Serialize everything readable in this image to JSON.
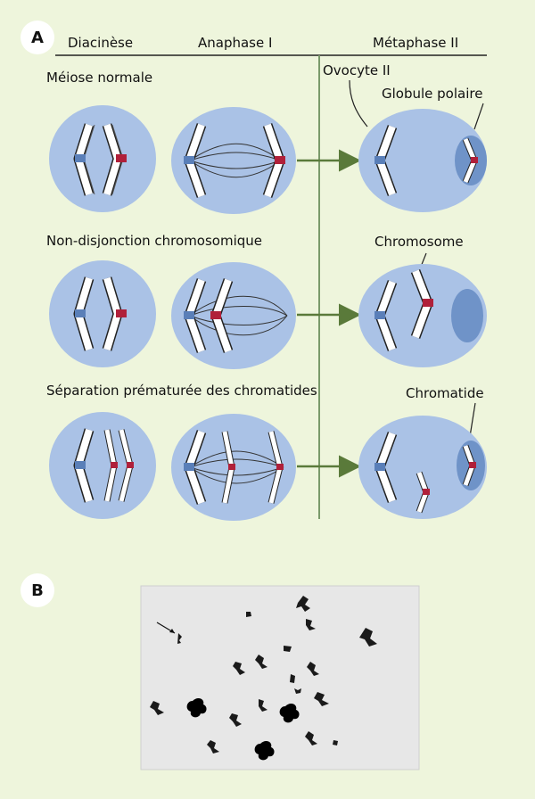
{
  "panel_a": {
    "letter": "A",
    "stages": {
      "diakinesis": "Diacinèse",
      "anaphase": "Anaphase I",
      "metaphase": "Métaphase II"
    },
    "rows": [
      {
        "title": "Méiose normale"
      },
      {
        "title": "Non-disjonction chromosomique"
      },
      {
        "title": "Séparation prématurée des chromatides"
      }
    ],
    "labels": {
      "oocyte": "Ovocyte II",
      "polar_body": "Globule polaire",
      "chromosome": "Chromosome",
      "chromatid": "Chromatide"
    }
  },
  "panel_b": {
    "letter": "B"
  },
  "colors": {
    "background": "#eef5dc",
    "cell": "#aac2e6",
    "polar_body": "#6f93c8",
    "centromere_blue": "#5a7fb8",
    "centromere_red": "#b0203a",
    "arrow": "#5a7a3a",
    "divider": "#7a9a6a"
  }
}
